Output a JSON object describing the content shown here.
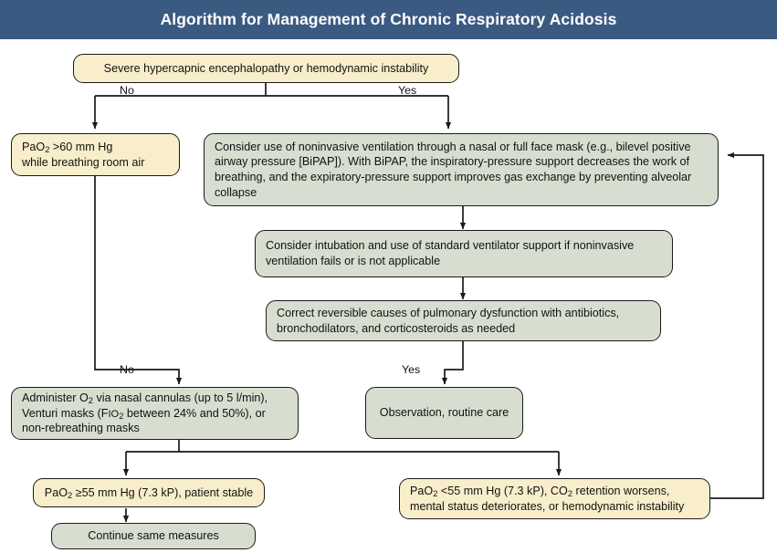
{
  "header": {
    "title": "Algorithm for Management of Chronic Respiratory Acidosis",
    "bar_color": "#3b5a81",
    "text_color": "#ffffff"
  },
  "palette": {
    "decision_fill": "#f9eecb",
    "action_fill": "#d7ded0",
    "border": "#1a1a1a",
    "connector": "#1a1a1a"
  },
  "chart_data": {
    "type": "diagram",
    "title": "Algorithm for Management of Chronic Respiratory Acidosis",
    "diagram_kind": "clinical-flowchart",
    "nodes": [
      {
        "id": "n1",
        "kind": "decision",
        "fill": "#f9eecb",
        "text": "Severe hypercapnic encephalopathy or hemodynamic instability"
      },
      {
        "id": "n2",
        "kind": "decision",
        "fill": "#f9eecb",
        "text": "PaO2 >60 mm Hg while breathing room air"
      },
      {
        "id": "n3",
        "kind": "action",
        "fill": "#d7ded0",
        "text": "Consider use of noninvasive ventilation through a nasal or full face mask (e.g., bilevel positive airway pressure [BiPAP]).  With BiPAP, the inspiratory-pressure support decreases the work of breathing, and the expiratory-pressure support improves gas exchange by preventing alveolar collapse"
      },
      {
        "id": "n4",
        "kind": "action",
        "fill": "#d7ded0",
        "text": "Consider intubation and use of standard ventilator support if noninvasive ventilation fails or is not applicable"
      },
      {
        "id": "n5",
        "kind": "action",
        "fill": "#d7ded0",
        "text": "Correct reversible causes of pulmonary dysfunction with antibiotics, bronchodilators, and corticosteroids as needed"
      },
      {
        "id": "n6",
        "kind": "action",
        "fill": "#d7ded0",
        "text": "Administer O2 via nasal cannulas (up to 5 l/min), Venturi masks (Fio2 between 24% and 50%), or non-rebreathing masks"
      },
      {
        "id": "n7",
        "kind": "action",
        "fill": "#d7ded0",
        "text": "Observation, routine care"
      },
      {
        "id": "n8",
        "kind": "decision",
        "fill": "#f9eecb",
        "text": "PaO2 ≥55 mm Hg (7.3 kP), patient stable"
      },
      {
        "id": "n9",
        "kind": "decision",
        "fill": "#f9eecb",
        "text": "PaO2 <55 mm Hg (7.3 kP), CO2 retention worsens, mental status deteriorates, or hemodynamic instability"
      },
      {
        "id": "n10",
        "kind": "action",
        "fill": "#d7ded0",
        "text": "Continue same measures"
      }
    ],
    "edges": [
      {
        "from": "n1",
        "to": "n2",
        "label": "No"
      },
      {
        "from": "n1",
        "to": "n3",
        "label": "Yes"
      },
      {
        "from": "n3",
        "to": "n4",
        "label": ""
      },
      {
        "from": "n4",
        "to": "n5",
        "label": ""
      },
      {
        "from": "n2",
        "to": "n6",
        "label": "No"
      },
      {
        "from": "n5",
        "to": "n7",
        "label": "Yes"
      },
      {
        "from": "n6",
        "to": "n8",
        "label": ""
      },
      {
        "from": "n6",
        "to": "n9",
        "label": ""
      },
      {
        "from": "n8",
        "to": "n10",
        "label": ""
      },
      {
        "from": "n9",
        "to": "n3",
        "label": ""
      }
    ]
  },
  "nodes": {
    "n1": {
      "text": "Severe hypercapnic encephalopathy or hemodynamic instability"
    },
    "n2": {
      "line1_pre": "PaO",
      "line1_sub": "2",
      "line1_post": " >60 mm Hg",
      "line2": "while breathing room air"
    },
    "n3": {
      "text": "Consider use of noninvasive ventilation through a nasal or full face mask (e.g., bilevel positive airway pressure [BiPAP]).  With BiPAP, the inspiratory-pressure support decreases the work of breathing, and the expiratory-pressure support improves gas exchange by preventing alveolar collapse"
    },
    "n4": {
      "text": "Consider intubation and use of standard ventilator support if noninvasive ventilation fails or is not applicable"
    },
    "n5": {
      "text": "Correct reversible causes of pulmonary dysfunction with antibiotics, bronchodilators, and corticosteroids as needed"
    },
    "n6": {
      "l1_a": "Administer O",
      "l1_sub": "2",
      "l1_b": " via nasal cannulas (up to 5 l/min),",
      "l2_a": "Venturi masks (F",
      "l2_io": "IO",
      "l2_sub": "2",
      "l2_b": " between 24% and 50%), or",
      "l3": "non-rebreathing masks"
    },
    "n7": {
      "text": "Observation, routine care"
    },
    "n8": {
      "pre": "PaO",
      "sub": "2",
      "post": " ≥55 mm Hg (7.3 kP), patient stable"
    },
    "n9": {
      "l1_a": "PaO",
      "l1_sub": "2",
      "l1_b": " <55 mm Hg (7.3 kP), CO",
      "l1_sub2": "2",
      "l1_c": " retention worsens,",
      "l2": "mental status deteriorates, or hemodynamic instability"
    },
    "n10": {
      "text": "Continue same measures"
    }
  },
  "labels": {
    "no_top": "No",
    "yes_top": "Yes",
    "no_mid": "No",
    "yes_mid": "Yes"
  }
}
